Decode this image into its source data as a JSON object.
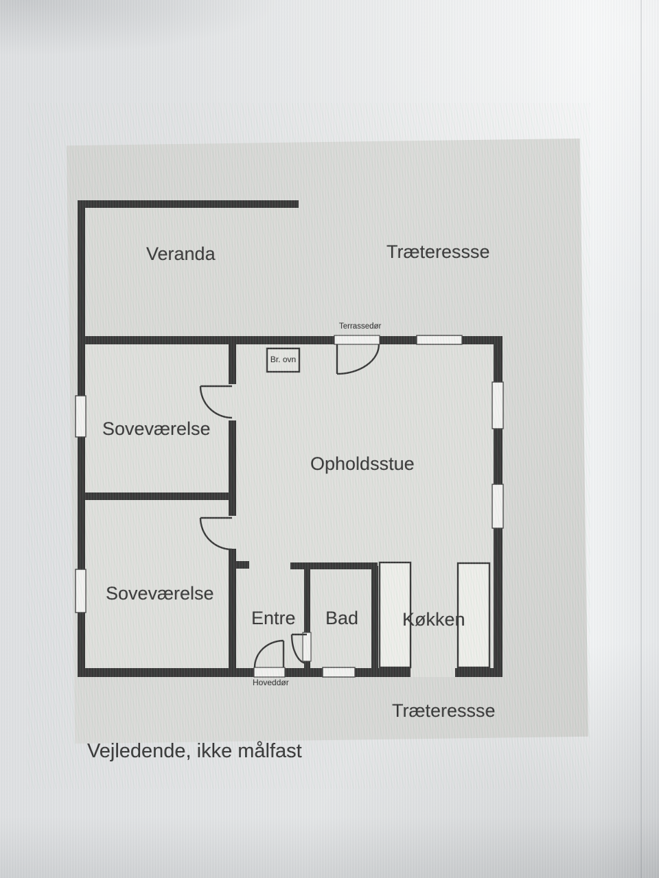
{
  "floorplan": {
    "rooms": [
      {
        "id": "veranda",
        "label": "Veranda"
      },
      {
        "id": "terrace_top",
        "label": "Træteressse"
      },
      {
        "id": "bedroom_1",
        "label": "Soveværelse"
      },
      {
        "id": "living_room",
        "label": "Opholdsstue"
      },
      {
        "id": "bedroom_2",
        "label": "Soveværelse"
      },
      {
        "id": "hallway",
        "label": "Entre"
      },
      {
        "id": "bathroom",
        "label": "Bad"
      },
      {
        "id": "kitchen",
        "label": "Køkken"
      },
      {
        "id": "terrace_bottom",
        "label": "Træteressse"
      }
    ],
    "annotations": [
      {
        "id": "terrace_door",
        "label": "Terrassedør"
      },
      {
        "id": "wood_stove",
        "label": "Br. ovn"
      },
      {
        "id": "front_door",
        "label": "Hoveddør"
      }
    ],
    "disclaimer": "Vejledende, ikke målfast",
    "colors": {
      "wall": "#1b1b1b",
      "plan_background": "#d2d3d0",
      "room_floor": "#dcddd9",
      "window_fill": "#f2f2f0"
    }
  }
}
